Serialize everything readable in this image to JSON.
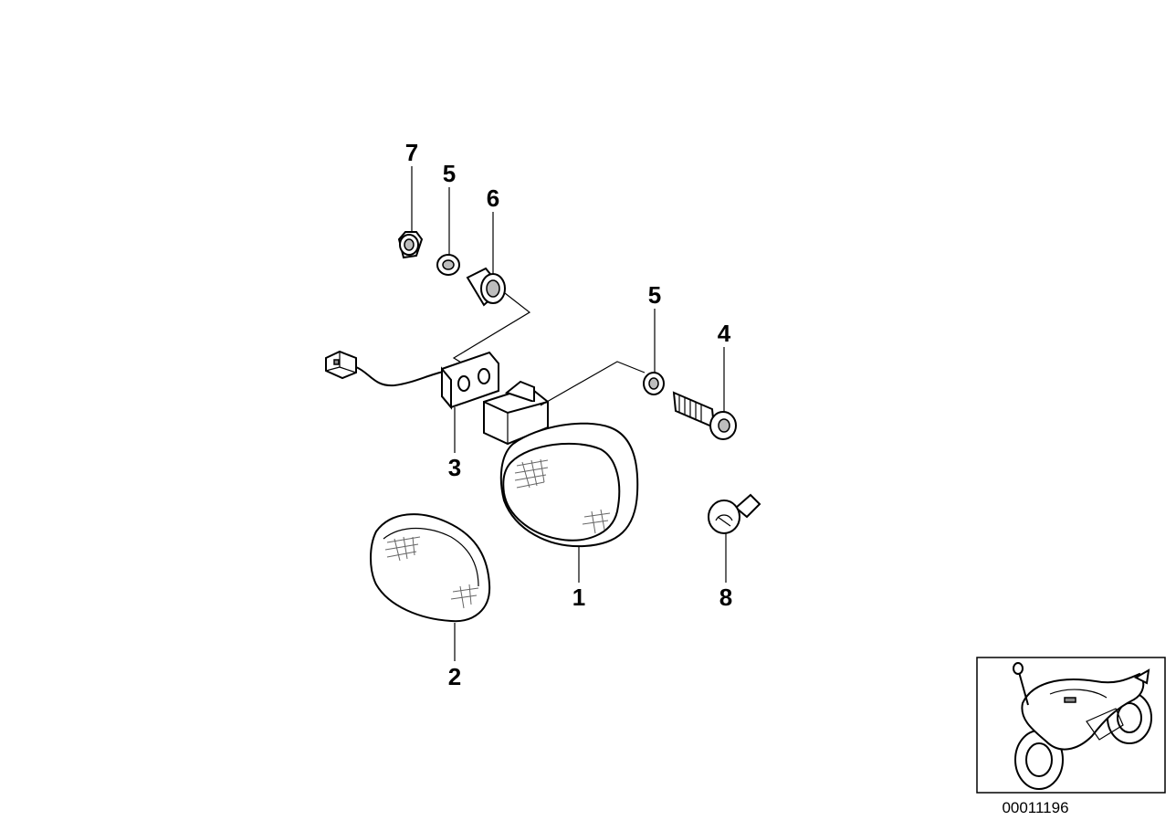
{
  "diagram": {
    "callouts": {
      "c1": "1",
      "c2": "2",
      "c3": "3",
      "c4": "4",
      "c5a": "5",
      "c5b": "5",
      "c6": "6",
      "c7": "7",
      "c8": "8"
    },
    "drawing_code": "00011196"
  }
}
